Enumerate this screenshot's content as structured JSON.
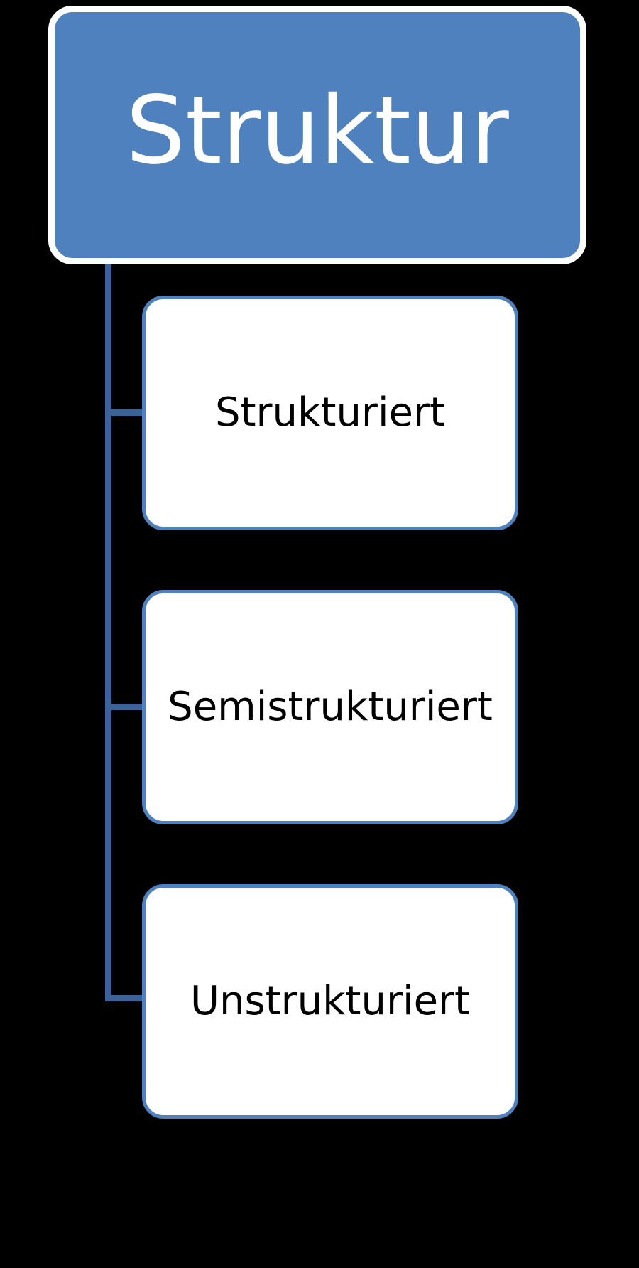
{
  "diagram": {
    "type": "tree",
    "orientation": "vertical-left-trunk",
    "background_color": "#000000",
    "root": {
      "label": "Struktur",
      "fill_color": "#4E81BD",
      "border_color": "#FFFFFF",
      "text_color": "#FFFFFF"
    },
    "connector": {
      "color": "#3B6397"
    },
    "children": [
      {
        "label": "Strukturiert",
        "fill_color": "#FFFFFF",
        "border_color": "#4E81BD",
        "text_color": "#000000"
      },
      {
        "label": "Semistrukturiert",
        "fill_color": "#FFFFFF",
        "border_color": "#4E81BD",
        "text_color": "#000000"
      },
      {
        "label": "Unstrukturiert",
        "fill_color": "#FFFFFF",
        "border_color": "#4E81BD",
        "text_color": "#000000"
      }
    ]
  }
}
